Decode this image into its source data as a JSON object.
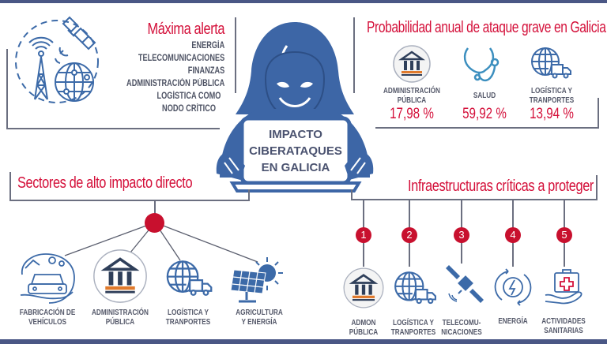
{
  "colors": {
    "frame_bar": "#4a5785",
    "accent_red": "#d4103a",
    "icon_blue": "#3c6aa8",
    "hacker_blue": "#3d66a6",
    "text_gray": "#4e5364"
  },
  "hero": {
    "title_lines": [
      "IMPACTO",
      "CIBERATAQUES",
      "EN GALICIA"
    ]
  },
  "max_alert": {
    "title": "Máxima alerta",
    "items": [
      "ENERGÍA",
      "TELECOMUNICACIONES",
      "FINANZAS",
      "ADMINISTRACIÓN PÚBLICA",
      "LOGÍSTICA COMO",
      "NODO CRÍTICO"
    ]
  },
  "probability": {
    "title": "Probabilidad anual de ataque grave en Galicia",
    "items": [
      {
        "icon": "government-building-icon",
        "label_lines": [
          "ADMINISTRACIÓN",
          "PÚBLICA"
        ],
        "value": "17,98 %"
      },
      {
        "icon": "stethoscope-icon",
        "label_lines": [
          "SALUD"
        ],
        "value": "59,92 %"
      },
      {
        "icon": "globe-truck-icon",
        "label_lines": [
          "LOGÍSTICA Y",
          "TRANPORTES"
        ],
        "value": "13,94 %"
      }
    ]
  },
  "sectors": {
    "title": "Sectores de alto impacto directo",
    "items": [
      {
        "icon": "car-manufacturing-icon",
        "label_lines": [
          "FABRICACIÓN DE",
          "VEHÍCULOS"
        ]
      },
      {
        "icon": "government-building-icon",
        "label_lines": [
          "ADMINISTRACIÓN",
          "PÚBLICA"
        ]
      },
      {
        "icon": "globe-truck-icon",
        "label_lines": [
          "LOGÍSTICA Y",
          "TRANPORTES"
        ]
      },
      {
        "icon": "solar-panel-icon",
        "label_lines": [
          "AGRICULTURA",
          "Y ENERGÍA"
        ]
      }
    ]
  },
  "infrastructure": {
    "title": "Infraestructuras críticas a proteger",
    "items": [
      {
        "number": "1",
        "icon": "government-building-icon",
        "label_lines": [
          "ADMON",
          "PÚBLICA"
        ]
      },
      {
        "number": "2",
        "icon": "globe-truck-icon",
        "label_lines": [
          "LOGÍSTICA Y",
          "TRANPORTES"
        ]
      },
      {
        "number": "3",
        "icon": "satellite-icon",
        "label_lines": [
          "TELECOMU-",
          "NICACIONES"
        ]
      },
      {
        "number": "4",
        "icon": "energy-cycle-icon",
        "label_lines": [
          "ENERGÍA"
        ]
      },
      {
        "number": "5",
        "icon": "first-aid-hand-icon",
        "label_lines": [
          "ACTIVIDADES",
          "SANITARIAS"
        ]
      }
    ]
  }
}
